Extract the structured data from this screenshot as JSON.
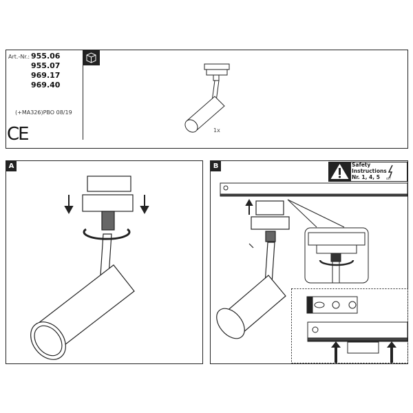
{
  "header": {
    "article_label": "Art.-Nr.:",
    "article_numbers": [
      "955.06",
      "955.07",
      "969.17",
      "969.40"
    ],
    "doc_code": "(+MA326)PBO 08/19",
    "ce_mark": "CE",
    "package_icon": "box-icon",
    "quantity": "1x"
  },
  "panels": {
    "a": {
      "label": "A"
    },
    "b": {
      "label": "B",
      "safety_line1": "Safety",
      "safety_line2": "Instructions",
      "safety_line3": "Nr. 1, 4, 5",
      "off_label": "off",
      "warning_icon": "warning-triangle-icon",
      "power_off_icon": "lightning-icon"
    }
  }
}
